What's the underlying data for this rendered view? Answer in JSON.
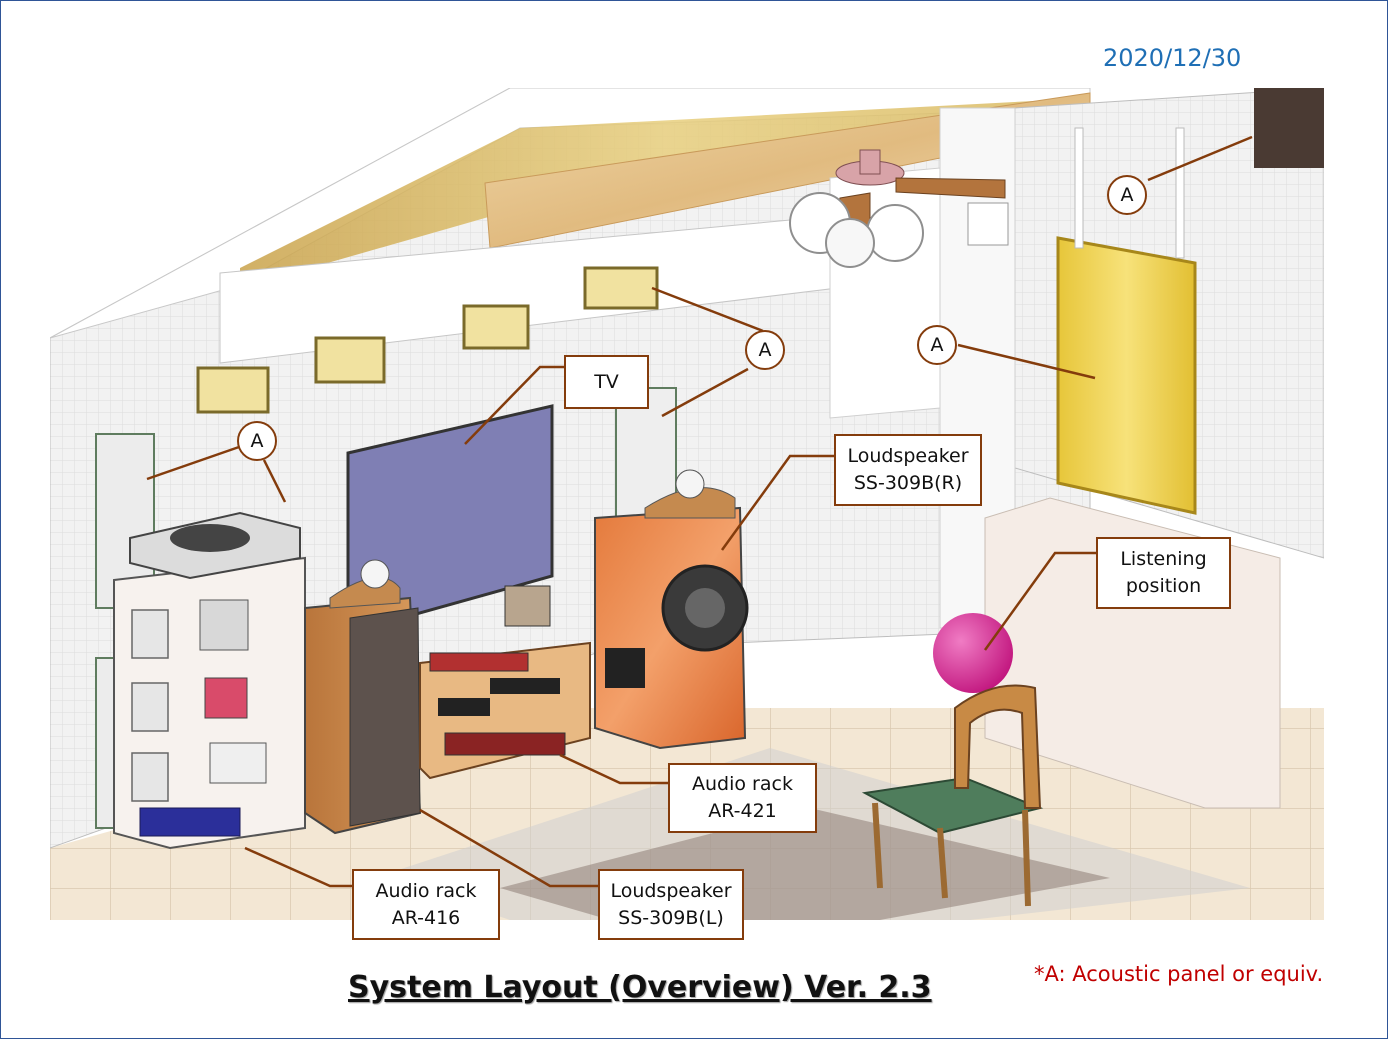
{
  "date": "2020/12/30",
  "title": "System Layout (Overview) Ver. 2.3",
  "note": "*A: Acoustic panel or equiv.",
  "panel_marker": "A",
  "labels": {
    "tv": "TV",
    "speaker_r": [
      "Loudspeaker",
      "SS-309B(R)"
    ],
    "speaker_l": [
      "Loudspeaker",
      "SS-309B(L)"
    ],
    "listening": [
      "Listening",
      "position"
    ],
    "rack_421": [
      "Audio rack",
      "AR-421"
    ],
    "rack_416": [
      "Audio rack",
      "AR-416"
    ]
  },
  "colors": {
    "leader": "#843c0c",
    "date": "#1f6fb5",
    "note": "#c00000",
    "frame": "#2f5597"
  }
}
